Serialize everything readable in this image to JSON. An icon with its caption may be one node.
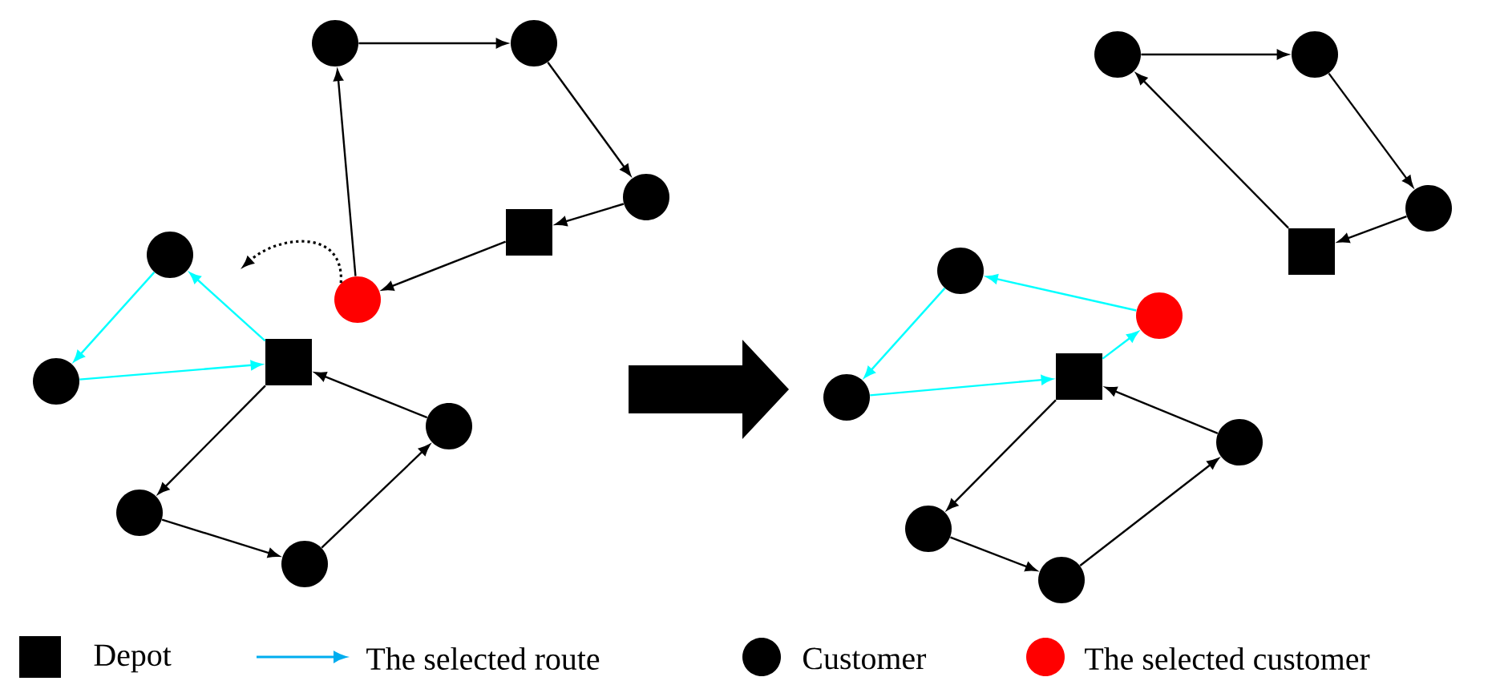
{
  "diagram": {
    "nodes": [
      {
        "text": [],
        "shape": "circle"
      },
      {
        "text": [],
        "shape": "circle"
      },
      {
        "text": [],
        "shape": "circle"
      },
      {
        "text": [],
        "shape": "box"
      },
      {
        "text": [],
        "shape": "circle"
      },
      {
        "text": [],
        "shape": "circle"
      },
      {
        "text": [],
        "shape": "circle"
      },
      {
        "text": [],
        "shape": "box"
      },
      {
        "text": [],
        "shape": "circle"
      },
      {
        "text": [],
        "shape": "circle"
      },
      {
        "text": [],
        "shape": "circle"
      },
      {
        "text": [],
        "shape": "circle"
      },
      {
        "text": [],
        "shape": "circle"
      },
      {
        "text": [],
        "shape": "circle"
      },
      {
        "text": [],
        "shape": "box"
      },
      {
        "text": [],
        "shape": "circle"
      },
      {
        "text": [],
        "shape": "circle"
      },
      {
        "text": [],
        "shape": "box"
      },
      {
        "text": [],
        "shape": "circle"
      },
      {
        "text": [],
        "shape": "circle"
      },
      {
        "text": [],
        "shape": "circle"
      },
      {
        "text": [],
        "shape": "circle"
      }
    ],
    "edges": [
      {
        "from": 5,
        "to": 0,
        "arrow": "to"
      },
      {
        "from": 0,
        "to": 1,
        "arrow": "to"
      },
      {
        "from": 1,
        "to": 2,
        "arrow": "to"
      },
      {
        "from": 2,
        "to": 3,
        "arrow": "to"
      },
      {
        "from": 3,
        "to": 5,
        "arrow": "to"
      },
      {
        "from": 5,
        "to": null,
        "arrow": "to",
        "style": "dashed"
      },
      {
        "from": 7,
        "to": 4,
        "arrow": "to",
        "color": "#00ffff"
      },
      {
        "from": 4,
        "to": 6,
        "arrow": "to",
        "color": "#00ffff"
      },
      {
        "from": 6,
        "to": 7,
        "arrow": "to",
        "color": "#00ffff"
      },
      {
        "from": 7,
        "to": 9,
        "arrow": "to"
      },
      {
        "from": 9,
        "to": 10,
        "arrow": "to"
      },
      {
        "from": 10,
        "to": 8,
        "arrow": "to"
      },
      {
        "from": 8,
        "to": 7,
        "arrow": "to"
      },
      {
        "from": 14,
        "to": 11,
        "arrow": "to"
      },
      {
        "from": 11,
        "to": 12,
        "arrow": "to"
      },
      {
        "from": 12,
        "to": 13,
        "arrow": "to"
      },
      {
        "from": 13,
        "to": 14,
        "arrow": "to"
      },
      {
        "from": 17,
        "to": 16,
        "arrow": "to",
        "color": "#00ffff"
      },
      {
        "from": 16,
        "to": 15,
        "arrow": "to",
        "color": "#00ffff"
      },
      {
        "from": 15,
        "to": 18,
        "arrow": "to",
        "color": "#00ffff"
      },
      {
        "from": 18,
        "to": 17,
        "arrow": "to",
        "color": "#00ffff"
      },
      {
        "from": 17,
        "to": 20,
        "arrow": "to"
      },
      {
        "from": 20,
        "to": 21,
        "arrow": "to"
      },
      {
        "from": 21,
        "to": 19,
        "arrow": "to"
      },
      {
        "from": 19,
        "to": 17,
        "arrow": "to"
      }
    ],
    "legend": [
      {
        "text": "Depot",
        "color": "#000000"
      },
      {
        "text": "The selected route"
      },
      {
        "text": "Customer",
        "color": "#000000"
      },
      {
        "text": "The selected customer",
        "color": "#ff0000"
      }
    ]
  }
}
